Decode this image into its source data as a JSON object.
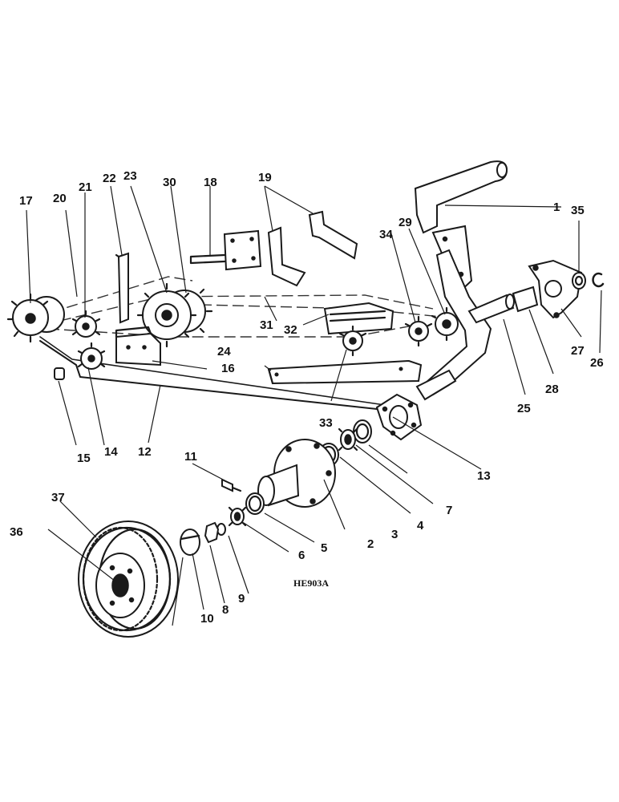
{
  "diagram": {
    "reference_code": "HE903A",
    "callouts": {
      "c1": "1",
      "c2": "2",
      "c3": "3",
      "c4": "4",
      "c5": "5",
      "c6": "6",
      "c7": "7",
      "c8": "8",
      "c9": "9",
      "c10": "10",
      "c11": "11",
      "c12": "12",
      "c13": "13",
      "c14": "14",
      "c15": "15",
      "c16": "16",
      "c17": "17",
      "c18": "18",
      "c19": "19",
      "c20": "20",
      "c21": "21",
      "c22": "22",
      "c23": "23",
      "c24": "24",
      "c25": "25",
      "c26": "26",
      "c27": "27",
      "c28": "28",
      "c29": "29",
      "c30": "30",
      "c31": "31",
      "c32": "32",
      "c33": "33",
      "c34": "34",
      "c35": "35",
      "c36": "36",
      "c37": "37"
    }
  }
}
